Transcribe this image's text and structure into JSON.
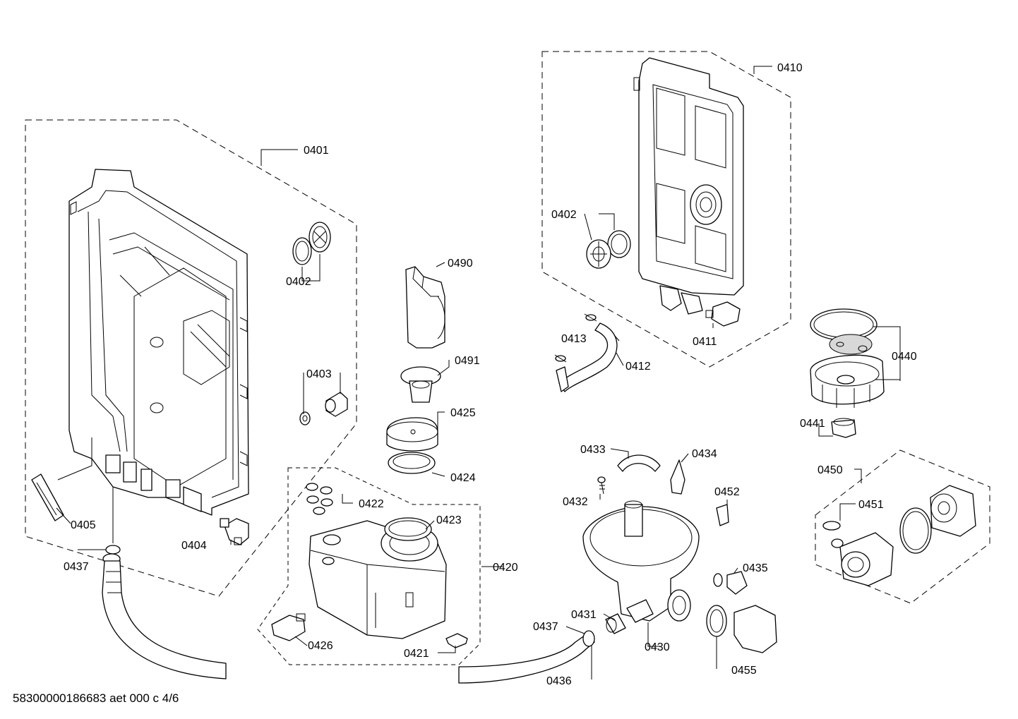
{
  "labels": {
    "p0401": "0401",
    "p0402a": "0402",
    "p0402b": "0402",
    "p0403": "0403",
    "p0404": "0404",
    "p0405": "0405",
    "p0410": "0410",
    "p0411": "0411",
    "p0412": "0412",
    "p0413": "0413",
    "p0420": "0420",
    "p0421": "0421",
    "p0422": "0422",
    "p0423": "0423",
    "p0424": "0424",
    "p0425": "0425",
    "p0426": "0426",
    "p0430": "0430",
    "p0431": "0431",
    "p0432": "0432",
    "p0433": "0433",
    "p0434": "0434",
    "p0435": "0435",
    "p0436": "0436",
    "p0437a": "0437",
    "p0437b": "0437",
    "p0440": "0440",
    "p0441": "0441",
    "p0450": "0450",
    "p0451": "0451",
    "p0452": "0452",
    "p0455": "0455",
    "p0490": "0490",
    "p0491": "0491"
  },
  "footer": "58300000186683 aet 000 c 4/6"
}
